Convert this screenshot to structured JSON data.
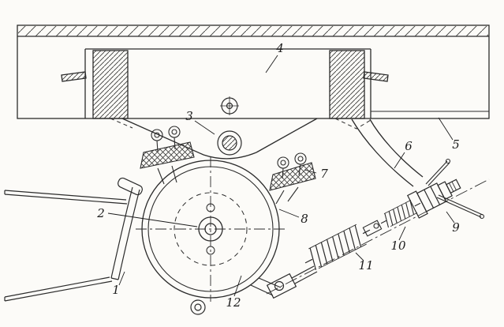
{
  "colors": {
    "paper": "#fcfbf8",
    "ink": "#2b2b2b"
  },
  "labels": [
    "1",
    "2",
    "3",
    "4",
    "5",
    "6",
    "7",
    "8",
    "9",
    "10",
    "11",
    "12"
  ]
}
